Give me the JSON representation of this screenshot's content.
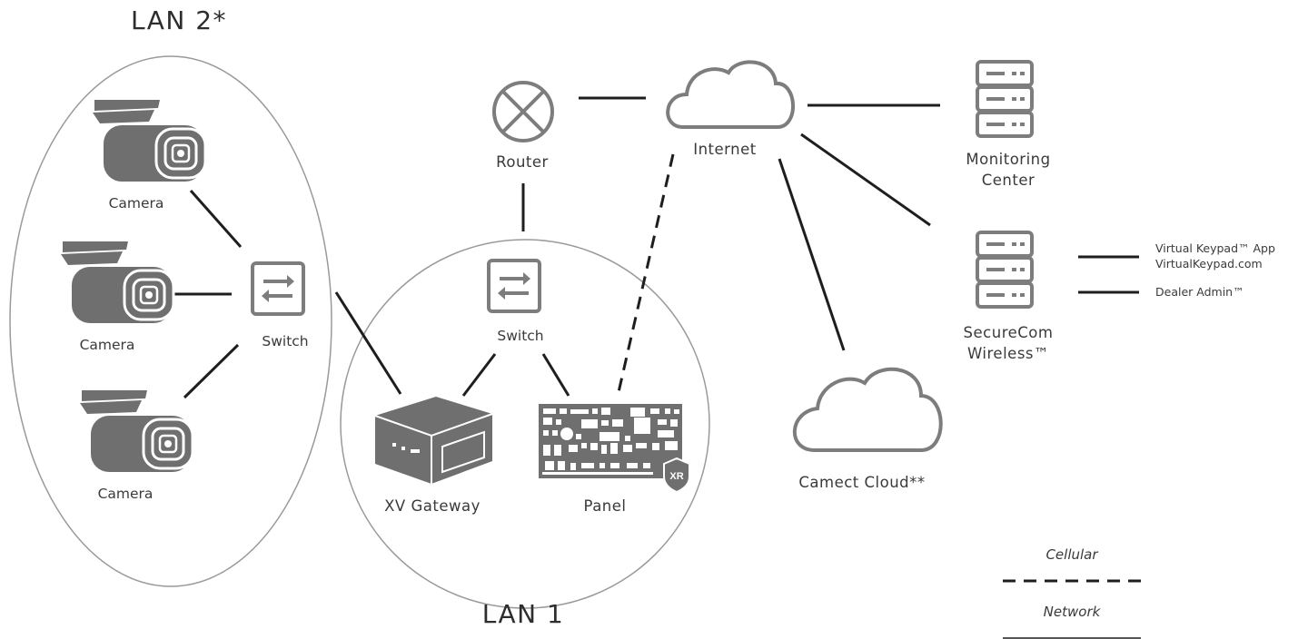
{
  "lan2": {
    "title": "LAN 2*",
    "switch_label": "Switch",
    "cameras": [
      "Camera",
      "Camera",
      "Camera"
    ]
  },
  "lan1": {
    "title": "LAN 1",
    "switch_label": "Switch",
    "gateway_label": "XV Gateway",
    "panel_label": "Panel",
    "panel_badge": "XR"
  },
  "router_label": "Router",
  "internet_label": "Internet",
  "camect_label": "Camect Cloud**",
  "monitoring": {
    "line1": "Monitoring",
    "line2": "Center"
  },
  "securecom": {
    "line1": "SecureCom",
    "line2": "Wireless™"
  },
  "services": {
    "app_line1": "Virtual Keypad™ App",
    "app_line2": "VirtualKeypad.com",
    "dealer": "Dealer Admin™"
  },
  "legend": {
    "cellular": "Cellular",
    "network": "Network"
  },
  "colors": {
    "icon_gray": "#7d7d7d",
    "camera_gray": "#6f6f6f",
    "line": "#1e1e1e",
    "ellipse": "#9a9a9a"
  }
}
